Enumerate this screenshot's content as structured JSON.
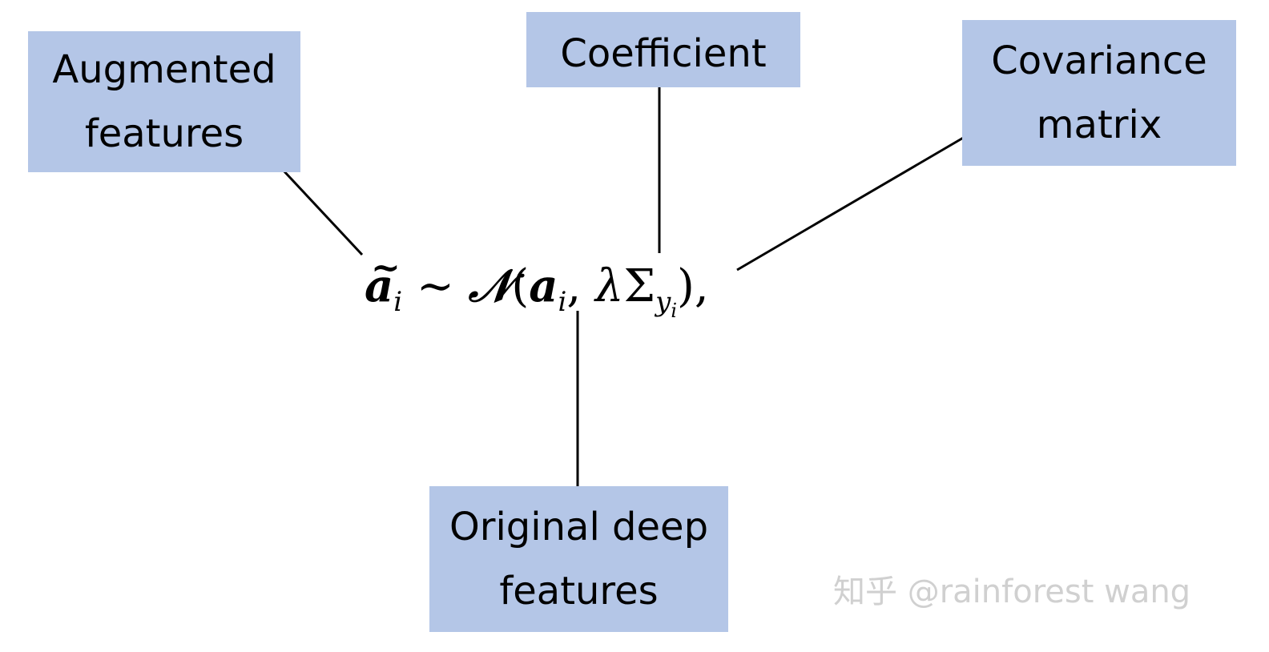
{
  "labels": {
    "augmented": [
      "Augmented",
      "features"
    ],
    "coefficient": [
      "Coefficient"
    ],
    "covariance": [
      "Covariance",
      "matrix"
    ],
    "original": [
      "Original deep",
      "features"
    ]
  },
  "formula": {
    "lhs": "a",
    "lhs_sub": "i",
    "tilde": "~",
    "relation": "∼",
    "normal": "𝒩",
    "open_paren": "(",
    "mean": "a",
    "mean_sub": "i",
    "comma": ",",
    "lambda": "λ",
    "sigma": "Σ",
    "sigma_sub": "y",
    "sigma_sub_sub": "i",
    "close": "),"
  },
  "watermark": "知乎 @rainforest wang",
  "colors": {
    "box_fill": "#b4c6e7",
    "line": "#000000",
    "background": "#ffffff"
  }
}
